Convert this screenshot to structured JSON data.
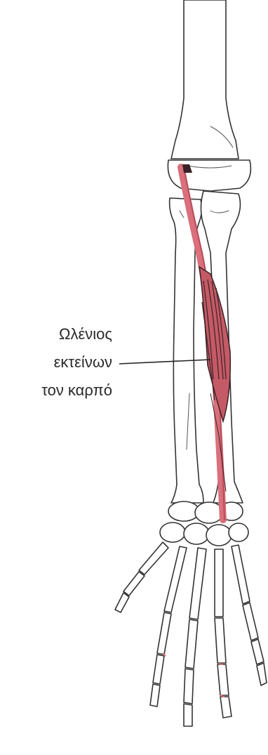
{
  "label": {
    "lines": [
      "Ωλένιος",
      "εκτείνων",
      "τον καρπό"
    ]
  },
  "colors": {
    "muscle": "#d9707c",
    "muscle_dark": "#3a2226",
    "bone_outline": "#333333",
    "leader_line": "#222222",
    "text": "#2a2a2a"
  }
}
